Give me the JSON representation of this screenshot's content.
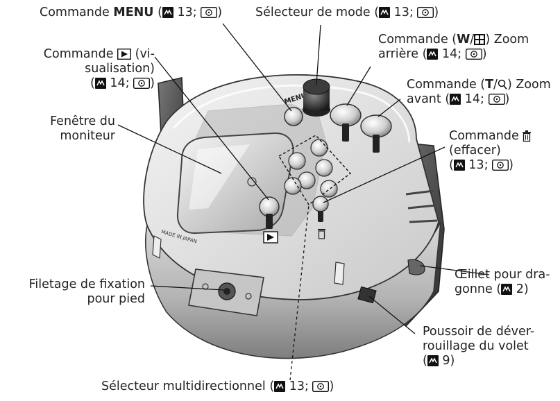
{
  "labels": {
    "menu": {
      "pre": "Commande ",
      "bold": "MENU",
      "ref": "13"
    },
    "mode": {
      "text": "Sélecteur de mode",
      "ref": "13"
    },
    "zoomout": {
      "l1_pre": "Commande (",
      "l1_bold": "W",
      "l1_post": ") Zoom",
      "l2": "arrière",
      "ref": "14"
    },
    "zoomin": {
      "l1_pre": "Commande (",
      "l1_bold": "T",
      "l1_post": ") Zoom",
      "l2": "avant",
      "ref": "14"
    },
    "playback": {
      "l1_pre": "Commande",
      "l1_post": " (vi-",
      "l2": "sualisation)",
      "ref": "14"
    },
    "monitor": {
      "l1": "Fenêtre du",
      "l2": "moniteur"
    },
    "delete": {
      "l1": "Commande",
      "l2": "(effacer)",
      "ref": "13"
    },
    "tripod": {
      "l1": "Filetage de fixation",
      "l2": "pour pied"
    },
    "strap": {
      "l1": "Œillet pour dra-",
      "l2": "gonne",
      "ref": "2"
    },
    "latch": {
      "l1": "Poussoir de déver-",
      "l2": "rouillage du volet",
      "ref": "9"
    },
    "multi": {
      "text": "Sélecteur multidirectionnel",
      "ref": "13"
    }
  },
  "device": {
    "buttons": {
      "menu": "MENU"
    },
    "print": "MADE IN JAPAN"
  },
  "icons": [
    "reference-book-icon",
    "cd-rom-manual-icon",
    "playback-button-icon",
    "zoom-out-thumbnail-icon",
    "zoom-in-magnifier-icon",
    "trash-icon"
  ]
}
